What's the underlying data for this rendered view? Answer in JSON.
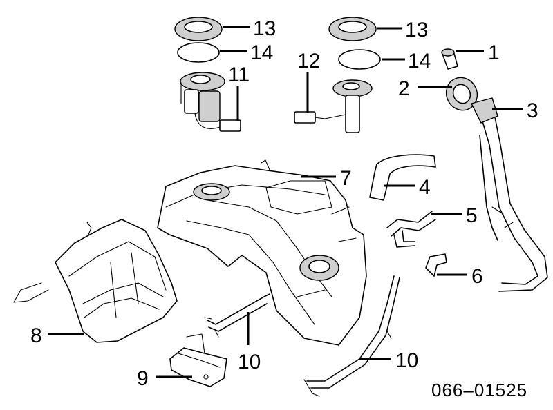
{
  "diagram": {
    "reference_code": "066–01525",
    "callouts": {
      "c13a": "13",
      "c14a": "14",
      "c11": "11",
      "c13b": "13",
      "c14b": "14",
      "c12": "12",
      "c1": "1",
      "c2": "2",
      "c3": "3",
      "c7": "7",
      "c4": "4",
      "c5": "5",
      "c6": "6",
      "c8": "8",
      "c10a": "10",
      "c10b": "10",
      "c9": "9"
    }
  }
}
